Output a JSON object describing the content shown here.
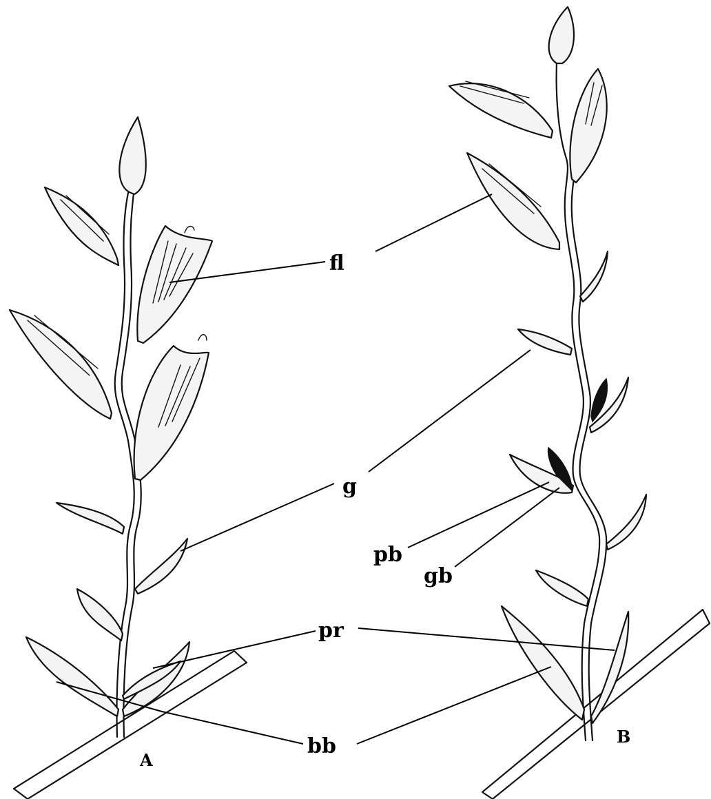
{
  "labels": {
    "fl": "fl",
    "g": "g",
    "pb": "pb",
    "gb": "gb",
    "pr": "pr",
    "bb": "bb"
  },
  "panels": {
    "a": "A",
    "b": "B"
  }
}
